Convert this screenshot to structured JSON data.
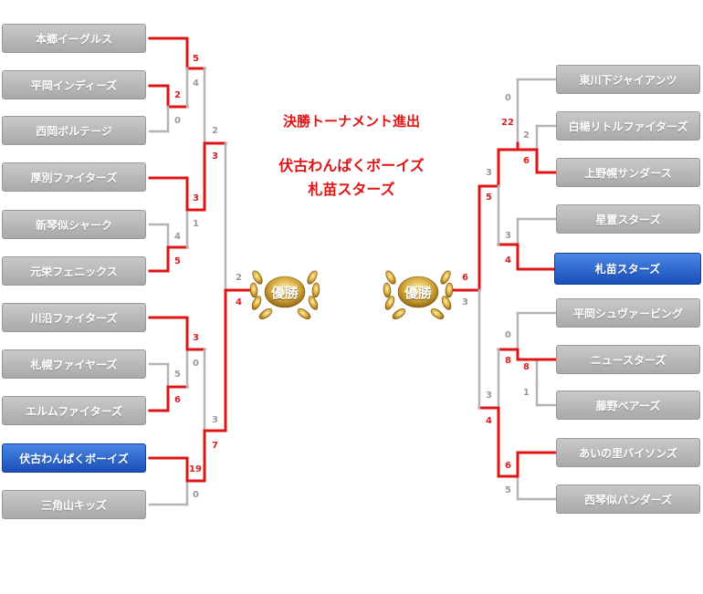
{
  "center": {
    "heading": "決勝トーナメント進出",
    "finalist_1": "伏古わんぱくボーイズ",
    "finalist_2": "札苗スターズ"
  },
  "badges": {
    "left": {
      "label": "優勝",
      "icon": "laurel-trophy-icon"
    },
    "right": {
      "label": "優勝",
      "icon": "laurel-trophy-icon"
    }
  },
  "teams": {
    "left": [
      "本郷イーグルス",
      "平岡インディーズ",
      "西岡ボルテージ",
      "厚別ファイターズ",
      "新琴似シャーク",
      "元栄フェニックス",
      "川沿ファイターズ",
      "札幌ファイヤーズ",
      "エルムファイターズ",
      "伏古わんぱくボーイズ",
      "三角山キッズ"
    ],
    "right": [
      "東川下ジャイアンツ",
      "白楊リトルファイターズ",
      "上野幌サンダース",
      "星置スターズ",
      "札苗スターズ",
      "平岡シュヴァービング",
      "ニュースターズ",
      "藤野ベアーズ",
      "あいの里バイソンズ",
      "西琴似パンダーズ"
    ]
  },
  "highlighted": [
    "伏古わんぱくボーイズ",
    "札苗スターズ"
  ],
  "scores": {
    "left": {
      "r1_hirano_vs_nishioka": [
        "2",
        "0"
      ],
      "r1_shinkotoni_vs_motoei": [
        "4",
        "5"
      ],
      "r1_sapporo_vs_elm": [
        "5",
        "6"
      ],
      "r2_hongo_vs_a": [
        "5",
        "4"
      ],
      "r2_atsubetsu_vs_b": [
        "3",
        "1"
      ],
      "r2_kawazoi_vs_c": [
        "3",
        "0"
      ],
      "r2_fushiko_vs_sankaku": [
        "19",
        "0"
      ],
      "sf_top": [
        "3",
        "2"
      ],
      "sf_bottom": [
        "3",
        "7"
      ],
      "final": [
        "2",
        "4"
      ]
    },
    "right": {
      "r1_hakuyo_vs_kaminopporo": [
        "2",
        "6"
      ],
      "r1_newstars_vs_fujino": [
        "8",
        "1"
      ],
      "r1_ainosato_vs_nishikotoni": [
        "6",
        "5"
      ],
      "r2_higashikawashita_vs_a": [
        "0",
        "22"
      ],
      "r2_hoshioki_vs_satsunae": [
        "3",
        "4"
      ],
      "r2_hiraoka_vs_b": [
        "0",
        "8"
      ],
      "sf_top": [
        "3",
        "5"
      ],
      "sf_bottom": [
        "3",
        "4"
      ],
      "final": [
        "6",
        "3"
      ]
    }
  },
  "colors": {
    "win_line": "#e01414",
    "lose_line": "#b4b4b4",
    "team_box": "#b0b0b0",
    "team_highlight": "#1f56c2",
    "heading_text": "#e01414"
  }
}
